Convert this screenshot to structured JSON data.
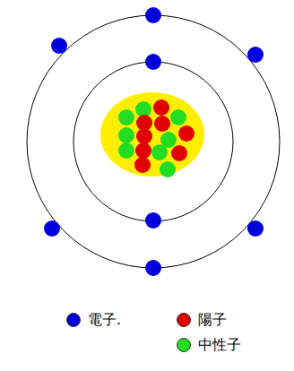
{
  "diagram": {
    "legend": [
      {
        "text": "電子.",
        "color": "#0000dd"
      },
      {
        "text": "陽子",
        "color": "#e00000"
      },
      {
        "text": "中性子",
        "color": "#22dd22"
      }
    ]
  }
}
